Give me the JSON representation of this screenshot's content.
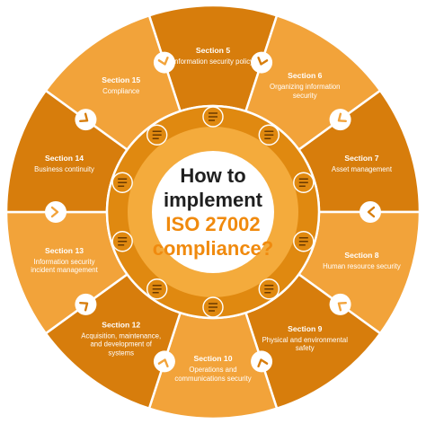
{
  "title": {
    "line1": "How to",
    "line2": "implement",
    "line3": "ISO 27002",
    "line4": "compliance?"
  },
  "colors": {
    "dark": "#d77d0c",
    "light": "#f2a33a",
    "ring_outer": "#e08910",
    "ring_inner": "#f4ab3c",
    "center": "#ffffff",
    "accent_text": "#f08a0e",
    "connector": "#ffffff"
  },
  "segments": [
    {
      "title": "Section 5",
      "desc": "Information security policy",
      "icon": "checklist-document-icon",
      "shade": "dark"
    },
    {
      "title": "Section 6",
      "desc": "Organizing information security",
      "icon": "organization-network-icon",
      "shade": "light"
    },
    {
      "title": "Section 7",
      "desc": "Asset management",
      "icon": "asset-cycle-icon",
      "shade": "dark"
    },
    {
      "title": "Section 8",
      "desc": "Human resource security",
      "icon": "user-shield-icon",
      "shade": "light"
    },
    {
      "title": "Section 9",
      "desc": "Physical and environmental safety",
      "icon": "head-shield-icon",
      "shade": "dark"
    },
    {
      "title": "Section 10",
      "desc": "Operations and communications security",
      "icon": "chat-bubbles-icon",
      "shade": "light"
    },
    {
      "title": "Section 12",
      "desc": "Acquisition, maintenance, and development of systems",
      "icon": "handshake-shield-icon",
      "shade": "dark"
    },
    {
      "title": "Section 13",
      "desc": "Information security incident management",
      "icon": "warning-triangle-icon",
      "shade": "light"
    },
    {
      "title": "Section 14",
      "desc": "Business continuity",
      "icon": "continuity-cycle-icon",
      "shade": "dark"
    },
    {
      "title": "Section 15",
      "desc": "Compliance",
      "icon": "clipboard-check-icon",
      "shade": "light"
    }
  ]
}
